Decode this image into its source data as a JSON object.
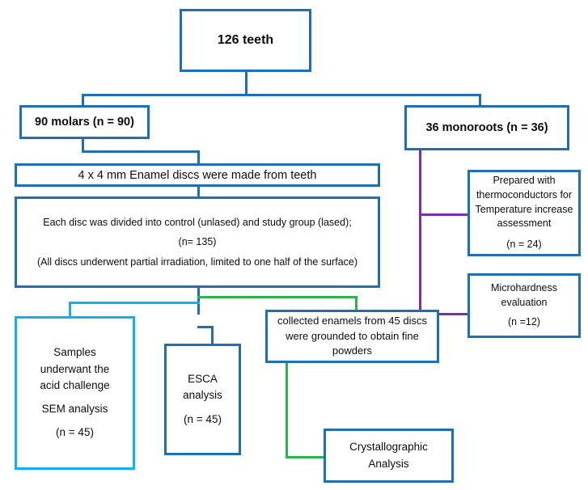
{
  "diagram": {
    "title": "Study flow diagram",
    "colors": {
      "dark_blue": "#1F6FB2",
      "light_blue": "#12B0F0",
      "green": "#2CB34A",
      "purple": "#7D2FA5",
      "text": "#0D0D0D",
      "background": "#FFFFFF"
    },
    "nodes": {
      "root": {
        "lines": [
          "126 teeth"
        ]
      },
      "molars": {
        "lines": [
          "90 molars (n = 90)"
        ]
      },
      "monoroots": {
        "lines": [
          "36 monoroots (n = 36)"
        ]
      },
      "enamel_discs": {
        "lines": [
          "4 x 4 mm Enamel discs were made from teeth"
        ]
      },
      "division": {
        "lines": [
          "Each disc was divided into control (unlased) and study group (lased);",
          "(n= 135)",
          "(All discs underwent partial irradiation, limited to one half of the surface)"
        ]
      },
      "thermoconductors": {
        "lines": [
          "Prepared with",
          "thermoconductors for",
          "Temperature increase",
          "assessment",
          "(n = 24)"
        ]
      },
      "microhardness": {
        "lines": [
          "Microhardness",
          "evaluation",
          "(n =12)"
        ]
      },
      "sem": {
        "lines": [
          "Samples",
          "underwant  the",
          "acid challenge",
          "SEM analysis",
          "(n = 45)"
        ]
      },
      "esca": {
        "lines": [
          "ESCA",
          "analysis",
          "(n = 45)"
        ]
      },
      "powders": {
        "lines": [
          "collected enamels from 45 discs",
          "were grounded to obtain fine",
          "powders"
        ]
      },
      "crystallographic": {
        "lines": [
          "Crystallographic",
          "Analysis"
        ]
      }
    }
  }
}
